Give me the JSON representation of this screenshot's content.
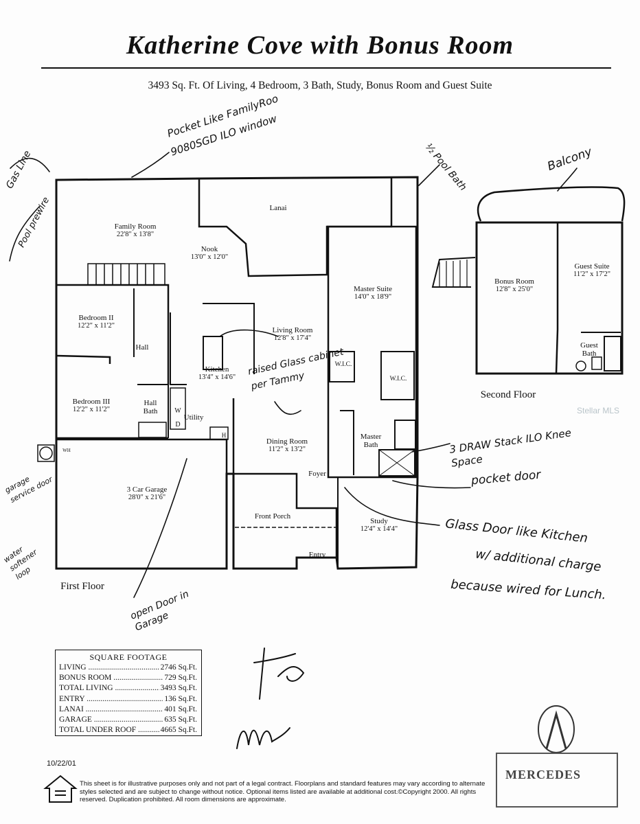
{
  "header": {
    "title": "Katherine Cove with Bonus Room",
    "subtitle": "3493 Sq. Ft. Of Living, 4 Bedroom, 3 Bath, Study, Bonus Room and Guest Suite"
  },
  "first_floor": {
    "label": "First Floor",
    "rooms": [
      {
        "name": "Lanai",
        "dims": ""
      },
      {
        "name": "Family Room",
        "dims": "22'8\" x 13'8\""
      },
      {
        "name": "Nook",
        "dims": "13'0\" x 12'0\""
      },
      {
        "name": "Bedroom II",
        "dims": "12'2\" x 11'2\""
      },
      {
        "name": "Hall",
        "dims": ""
      },
      {
        "name": "Living Room",
        "dims": "12'8\" x 17'4\""
      },
      {
        "name": "Master Suite",
        "dims": "14'0\" x 18'9\""
      },
      {
        "name": "Kitchen",
        "dims": "13'4\" x 14'6\""
      },
      {
        "name": "W.I.C.",
        "dims": ""
      },
      {
        "name": "W.I.C.",
        "dims": ""
      },
      {
        "name": "Bedroom III",
        "dims": "12'2\" x 11'2\""
      },
      {
        "name": "Hall Bath",
        "dims": ""
      },
      {
        "name": "Utility",
        "dims": ""
      },
      {
        "name": "Master Bath",
        "dims": ""
      },
      {
        "name": "Dining Room",
        "dims": "11'2\" x 13'2\""
      },
      {
        "name": "Foyer",
        "dims": ""
      },
      {
        "name": "3 Car Garage",
        "dims": "28'0\" x 21'6\""
      },
      {
        "name": "Front Porch",
        "dims": ""
      },
      {
        "name": "Study",
        "dims": "12'4\" x 14'4\""
      },
      {
        "name": "Entry",
        "dims": ""
      }
    ],
    "fixture_labels": {
      "w": "W",
      "d": "D",
      "h": "H",
      "wh": "WH"
    }
  },
  "second_floor": {
    "label": "Second Floor",
    "rooms": [
      {
        "name": "Bonus Room",
        "dims": "12'8\" x 25'0\""
      },
      {
        "name": "Guest Suite",
        "dims": "11'2\" x 17'2\""
      },
      {
        "name": "Guest Bath",
        "dims": ""
      }
    ]
  },
  "handwritten_notes": [
    "Pocket Like FamilyRoo",
    "9080SGD ILO window",
    "Gas Line",
    "Pool prewire",
    "½ Pool Bath",
    "Balcony",
    "raised Glass cabinet per Tammy",
    "3 DRAW Stack ILO Knee Space",
    "pocket door",
    "Glass Door like Kitchen",
    "w/ additional charge",
    "because wired for Lunch.",
    "garage service door",
    "water softener loop",
    "open Door in Garage"
  ],
  "square_footage": {
    "heading": "SQUARE FOOTAGE",
    "rows": [
      {
        "label": "LIVING",
        "value": "2746 Sq.Ft."
      },
      {
        "label": "BONUS ROOM",
        "value": "729 Sq.Ft."
      },
      {
        "label": "TOTAL LIVING",
        "value": "3493 Sq.Ft."
      },
      {
        "label": "ENTRY",
        "value": "136 Sq.Ft."
      },
      {
        "label": "LANAI",
        "value": "401 Sq.Ft."
      },
      {
        "label": "GARAGE",
        "value": "635 Sq.Ft."
      },
      {
        "label": "TOTAL UNDER ROOF",
        "value": "4665 Sq.Ft."
      }
    ]
  },
  "footer": {
    "date": "10/22/01",
    "disclaimer": "This sheet is for illustrative purposes only and not part of a legal contract.  Floorplans and standard features may vary according to alternate styles selected and are subject to change without notice.  Optional items listed are available at additional cost.©Copyright 2000.  All rights reserved. Duplication prohibited.   All room dimensions are approximate.",
    "watermark": "Stellar MLS",
    "builder_logo_text": "MERCEDES"
  }
}
